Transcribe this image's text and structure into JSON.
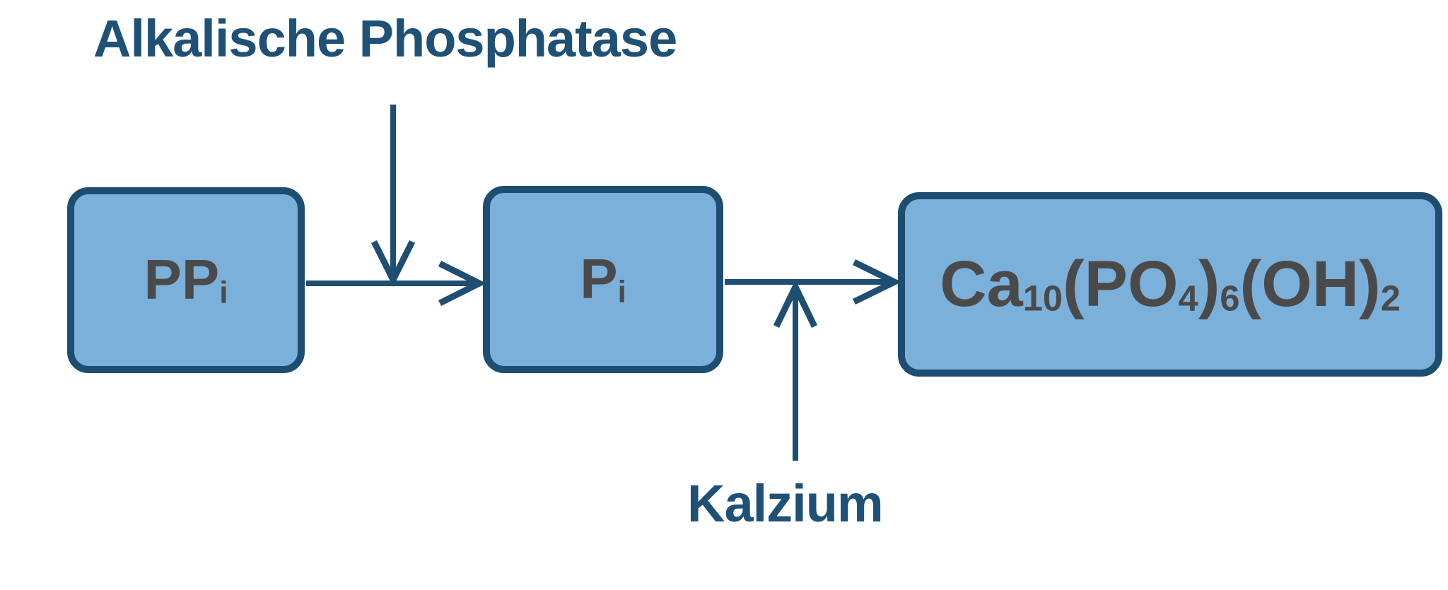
{
  "diagram": {
    "type": "flowchart",
    "description_labels": {
      "enzyme": "Alkalische Phosphatase",
      "calcium": "Kalzium"
    },
    "colors": {
      "box_fill": "#7bb0db",
      "box_border": "#1d4d70",
      "arrow": "#1e4e71",
      "label_text": "#1f5176",
      "box_text": "#4a4a4b",
      "background": "#ffffff"
    },
    "nodes": [
      {
        "id": "ppi",
        "plain_text": "PPi",
        "segments": [
          {
            "t": "PP"
          },
          {
            "t": "i",
            "sub": true
          }
        ]
      },
      {
        "id": "pi",
        "plain_text": "Pi",
        "segments": [
          {
            "t": "P"
          },
          {
            "t": "i",
            "sub": true
          }
        ]
      },
      {
        "id": "hydroxyapatite",
        "plain_text": "Ca10(PO4)6(OH)2",
        "segments": [
          {
            "t": "Ca"
          },
          {
            "t": "10",
            "sub": true
          },
          {
            "t": "(PO"
          },
          {
            "t": "4",
            "sub": true
          },
          {
            "t": ")"
          },
          {
            "t": "6",
            "sub": true
          },
          {
            "t": "(OH)"
          },
          {
            "t": "2",
            "sub": true
          }
        ]
      }
    ],
    "arrows": [
      {
        "id": "enzyme-to-reaction",
        "from": "Alkalische Phosphatase",
        "to": "reaction PPi→Pi",
        "direction": "down"
      },
      {
        "id": "ppi-to-pi",
        "from": "PPi",
        "to": "Pi",
        "direction": "right"
      },
      {
        "id": "pi-to-hydroxyapatite",
        "from": "Pi",
        "to": "Ca10(PO4)6(OH)2",
        "direction": "right"
      },
      {
        "id": "calcium-to-reaction",
        "from": "Kalzium",
        "to": "reaction Pi→Ca10(PO4)6(OH)2",
        "direction": "up"
      }
    ]
  }
}
